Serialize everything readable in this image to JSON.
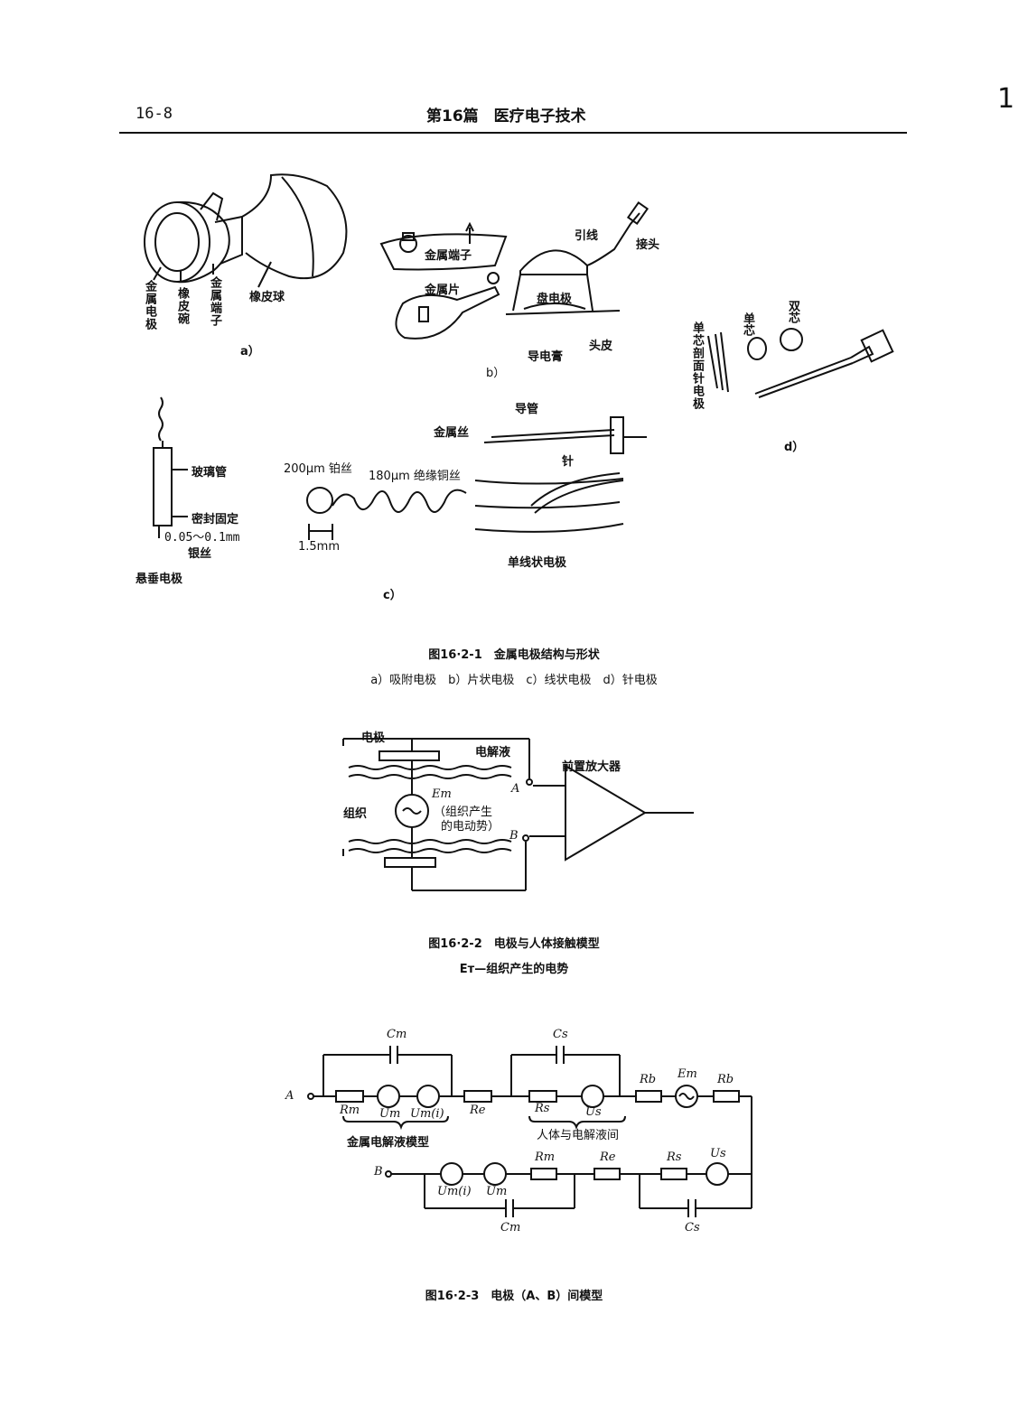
{
  "header": {
    "page_number": "16-8",
    "chapter": "第16篇　医疗电子技术",
    "corner_mark": "1"
  },
  "fig1": {
    "a": {
      "labels": [
        "金属电极",
        "橡皮碗",
        "金属端子",
        "橡皮球"
      ],
      "tag": "a）"
    },
    "b": {
      "labels": [
        "金属端子",
        "金属片",
        "引线",
        "接头",
        "盘电极",
        "导电膏",
        "头皮"
      ],
      "tag": "b）"
    },
    "c": {
      "suspended_labels": [
        "玻璃管",
        "密封固定",
        "0.05～0.1mm",
        "银丝"
      ],
      "suspended_title": "悬垂电极",
      "coil_labels": [
        "200μm 铂丝",
        "180μm 绝缘铜丝",
        "1.5mm"
      ],
      "single_labels": [
        "导管",
        "金属丝",
        "针"
      ],
      "single_title": "单线状电极",
      "tag": "c）"
    },
    "d": {
      "labels": [
        "单芯",
        "双芯",
        "单芯剖面针电极"
      ],
      "tag": "d）"
    },
    "caption": "图16·2-1　金属电极结构与形状",
    "subcaption": "a）吸附电极　b）片状电极　c）线状电极　d）针电极"
  },
  "fig2": {
    "labels": {
      "electrode": "电极",
      "electrolyte": "电解液",
      "tissue": "组织",
      "et": "Eт",
      "et_note1": "（组织产生",
      "et_note2": "的电动势）",
      "a": "A",
      "b": "B",
      "amp": "前置放大器"
    },
    "caption": "图16·2-2　电极与人体接触模型",
    "subcaption": "Eт—组织产生的电势"
  },
  "fig3": {
    "labels": {
      "a": "A",
      "b": "B",
      "cm": "Cm",
      "cs": "Cs",
      "rm": "Rm",
      "um": "Um",
      "umi": "Um(i)",
      "re": "Re",
      "rs": "Rs",
      "us": "Us",
      "rb": "Rb",
      "et": "Eт",
      "brace1": "金属电解液模型",
      "brace2": "人体与电解液间"
    },
    "caption": "图16·2-3　电极（A、B）间模型"
  }
}
